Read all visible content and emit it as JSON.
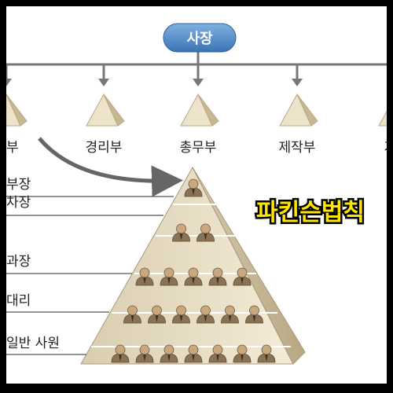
{
  "top": {
    "title": "사장",
    "color": "#4a84c4"
  },
  "departments": [
    "업부",
    "경리부",
    "총무부",
    "제작부",
    "기획"
  ],
  "levels": [
    {
      "label": "부장",
      "count": 1
    },
    {
      "label": "차장",
      "count": 2
    },
    {
      "label": "과장",
      "count": 5
    },
    {
      "label": "대리",
      "count": 6
    },
    {
      "label": "일반 사원",
      "count": 7
    }
  ],
  "headline": {
    "text": "파킨슨법칙",
    "color": "#ffe600"
  },
  "icons": {
    "arrow": "down-arrow-icon",
    "department": "pyramid-icon",
    "person": "person-icon"
  }
}
